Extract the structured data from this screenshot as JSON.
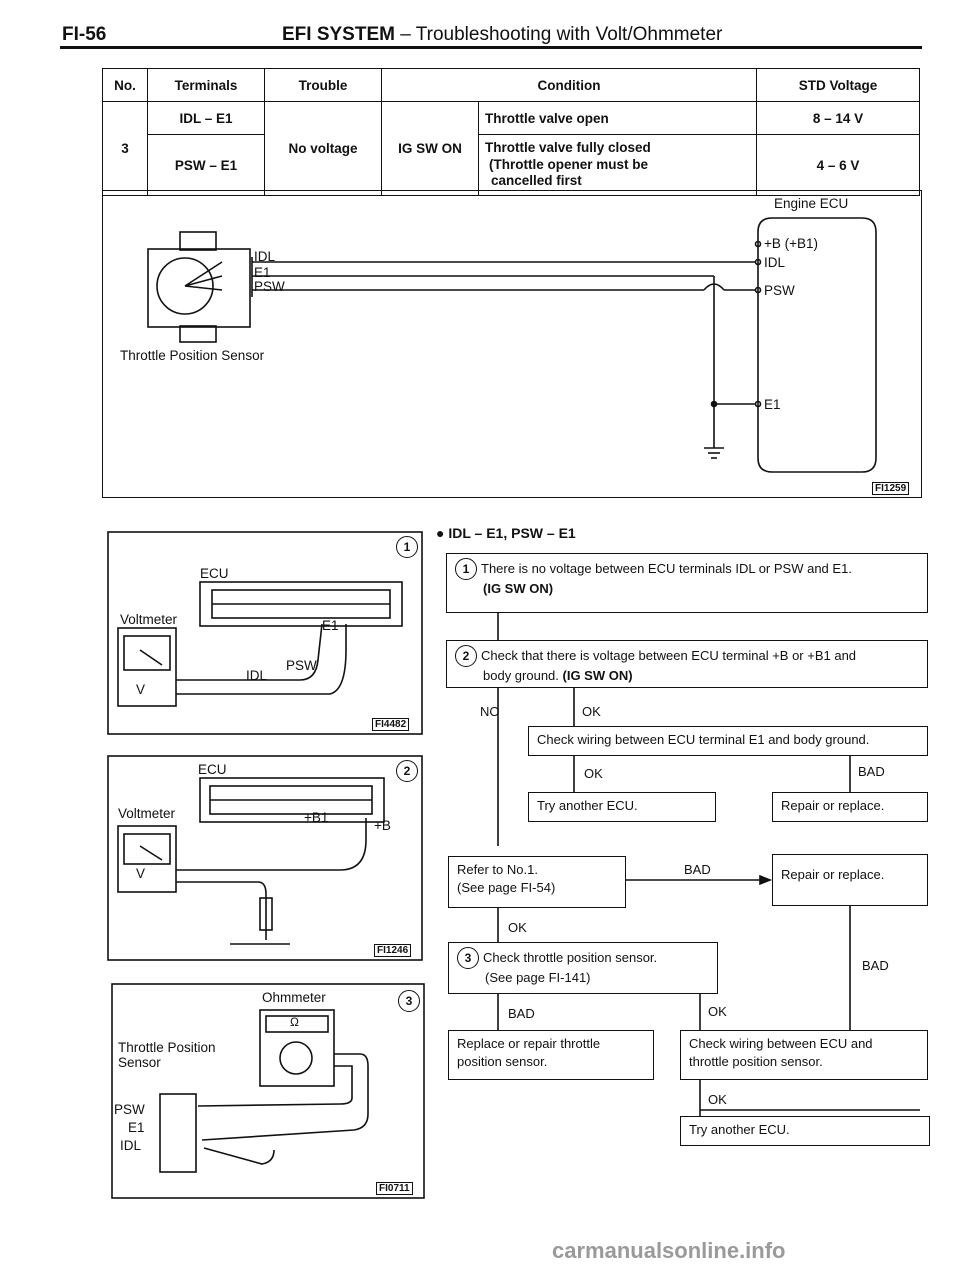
{
  "header": {
    "page_code": "FI-56",
    "title_bold": "EFI SYSTEM",
    "title_rest": " – Troubleshooting with Volt/Ohmmeter"
  },
  "table": {
    "col_no": "No.",
    "col_terminals": "Terminals",
    "col_trouble": "Trouble",
    "col_condition": "Condition",
    "col_std": "STD Voltage",
    "no": "3",
    "term1": "IDL – E1",
    "term2": "PSW – E1",
    "trouble": "No voltage",
    "ig": "IG SW ON",
    "cond1": "Throttle valve open",
    "cond2_l1": "Throttle valve fully closed",
    "cond2_l2": "(Throttle opener must be",
    "cond2_l3": "cancelled first",
    "std1": "8 – 14 V",
    "std2": "4 – 6 V"
  },
  "circuit": {
    "ecu_title": "Engine ECU",
    "sensor_idl": "IDL",
    "sensor_e1": "E1",
    "sensor_psw": "PSW",
    "sensor_name": "Throttle Position Sensor",
    "ecu_b": "+B (+B1)",
    "ecu_idl": "IDL",
    "ecu_psw": "PSW",
    "ecu_e1": "E1",
    "fig_code": "FI1259"
  },
  "fig1": {
    "num": "1",
    "ecu": "ECU",
    "voltmeter": "Voltmeter",
    "v": "V",
    "e1": "E1",
    "psw": "PSW",
    "idl": "IDL",
    "code": "FI4482"
  },
  "fig2": {
    "num": "2",
    "ecu": "ECU",
    "voltmeter": "Voltmeter",
    "v": "V",
    "b1": "+B1",
    "b": "+B",
    "code": "FI1246"
  },
  "fig3": {
    "num": "3",
    "ohmmeter": "Ohmmeter",
    "ohm": "Ω",
    "sensor": "Throttle Position Sensor",
    "psw": "PSW",
    "e1": "E1",
    "idl": "IDL",
    "code": "FI0711"
  },
  "flow": {
    "heading": "● IDL – E1, PSW – E1",
    "s1_num": "1",
    "s1_text": "There is no voltage between ECU terminals IDL or PSW and E1.",
    "s1_sub": "(IG SW ON)",
    "s2_num": "2",
    "s2_text": "Check that there is voltage between ECU terminal +B or +B1 and",
    "s2_sub_a": "body ground. ",
    "s2_sub_b": "(IG SW ON)",
    "no": "NO",
    "ok1": "OK",
    "check_e1": "Check wiring between ECU terminal E1 and body ground.",
    "ok2": "OK",
    "bad1": "BAD",
    "try_ecu1": "Try another ECU.",
    "repair1": "Repair or replace.",
    "refer_l1": "Refer to No.1.",
    "refer_l2": "(See page FI-54)",
    "bad2": "BAD",
    "repair2": "Repair or replace.",
    "ok3": "OK",
    "s3_num": "3",
    "s3_text": "Check throttle position sensor.",
    "s3_sub": "(See page FI-141)",
    "bad3": "BAD",
    "bad4": "BAD",
    "ok4": "OK",
    "replace_l1": "Replace or repair throttle",
    "replace_l2": "position sensor.",
    "wiring_l1": "Check wiring between ECU and",
    "wiring_l2": "throttle position sensor.",
    "ok5": "OK",
    "try_ecu2": "Try another ECU."
  },
  "watermark": "carmanualsonline.info"
}
